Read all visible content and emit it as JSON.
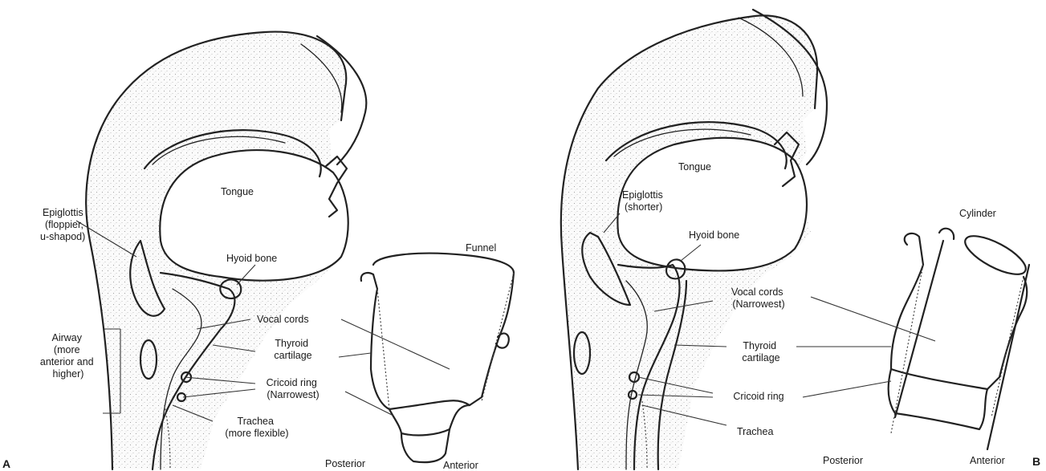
{
  "panel_a": {
    "letter": "A",
    "labels": {
      "tongue": "Tongue",
      "epiglottis": [
        "Epiglottis",
        "(floppier,",
        "u-shapod)"
      ],
      "hyoid": "Hyoid bone",
      "airway": [
        "Airway",
        "(more",
        "anterior and",
        "higher)"
      ],
      "vocal_cords": "Vocal cords",
      "thyroid": [
        "Thyroid",
        "cartilage"
      ],
      "cricoid": [
        "Cricoid ring",
        "(Narrowest)"
      ],
      "trachea": [
        "Trachea",
        "(more flexible)"
      ],
      "shape": "Funnel",
      "posterior": "Posterior",
      "anterior": "Anterior"
    }
  },
  "panel_b": {
    "letter": "B",
    "labels": {
      "tongue": "Tongue",
      "epiglottis": [
        "Epiglottis",
        "(shorter)"
      ],
      "hyoid": "Hyoid bone",
      "vocal_cords": [
        "Vocal cords",
        "(Narrowest)"
      ],
      "thyroid": [
        "Thyroid",
        "cartilage"
      ],
      "cricoid": "Cricoid ring",
      "trachea": "Trachea",
      "shape": "Cylinder",
      "posterior": "Posterior",
      "anterior": "Anterior"
    }
  }
}
